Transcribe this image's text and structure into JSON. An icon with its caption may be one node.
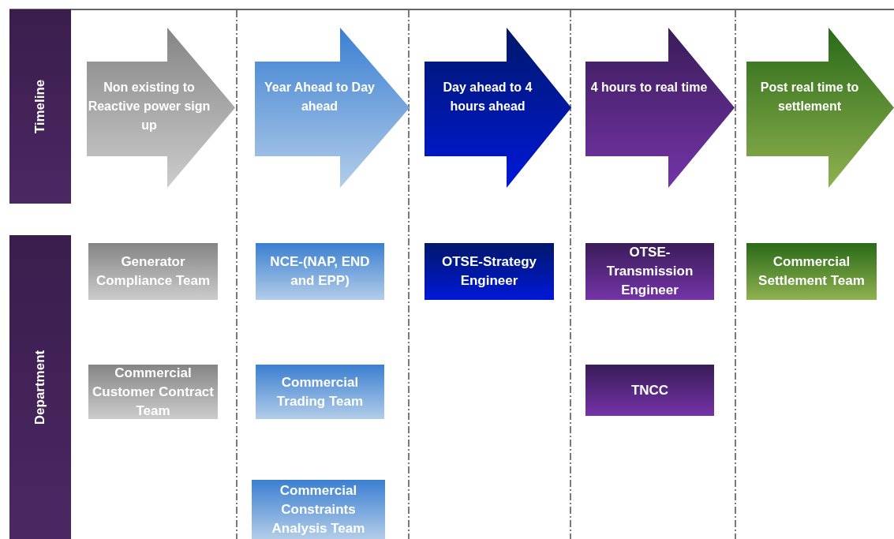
{
  "diagram": {
    "nodes": [
      {
        "text": [
          "Timeline"
        ]
      },
      {
        "text": [
          "Department"
        ]
      },
      {
        "text": [
          "Non existing to Reactive power sign up"
        ]
      },
      {
        "text": [
          "Year Ahead to Day ahead"
        ]
      },
      {
        "text": [
          "Day ahead to 4 hours ahead"
        ]
      },
      {
        "text": [
          "4 hours to real time"
        ]
      },
      {
        "text": [
          "Post real time to settlement"
        ]
      },
      {
        "text": [
          "Generator Compliance Team"
        ]
      },
      {
        "text": [
          "NCE-(NAP, END and EPP)"
        ]
      },
      {
        "text": [
          "OTSE-Strategy Engineer"
        ]
      },
      {
        "text": [
          "OTSE-Transmission Engineer"
        ]
      },
      {
        "text": [
          "Commercial Settlement Team"
        ]
      },
      {
        "text": [
          "Commercial Customer Contract Team"
        ]
      },
      {
        "text": [
          "Commercial Trading Team"
        ]
      },
      {
        "text": [
          "TNCC"
        ]
      },
      {
        "text": [
          "Commercial Constraints Analysis Team"
        ]
      }
    ]
  }
}
